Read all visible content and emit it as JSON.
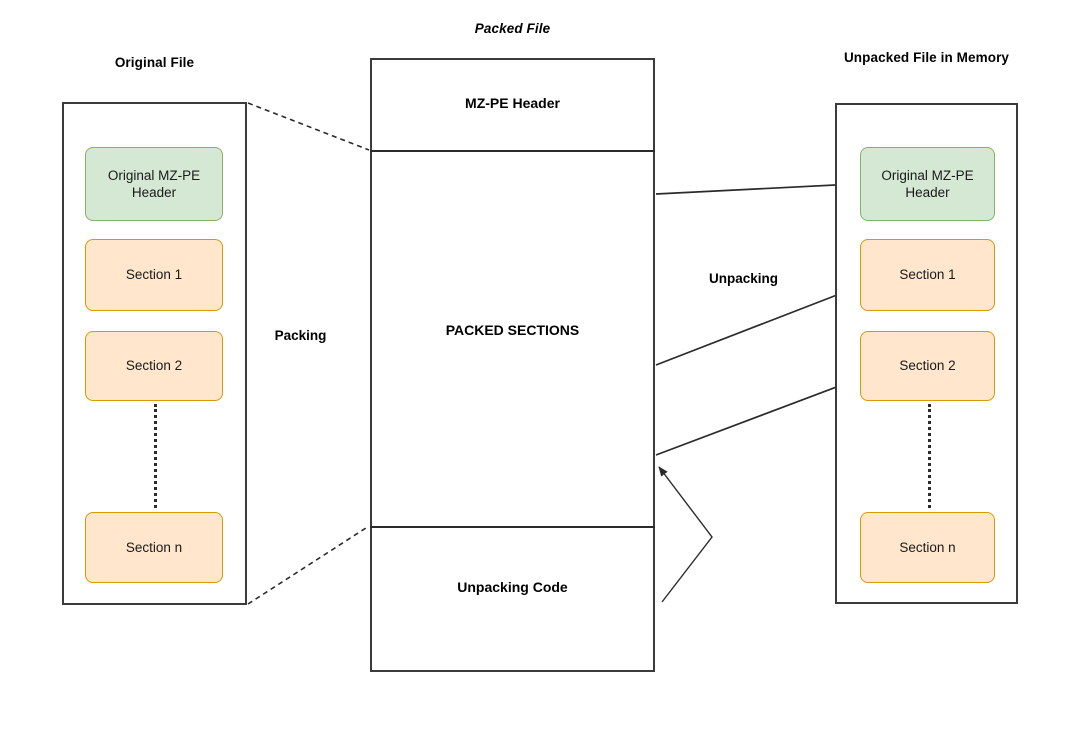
{
  "diagram": {
    "title_original": "Original File",
    "title_packed": "Packed File",
    "title_unpacked": "Unpacked File in Memory",
    "process_packing": "Packing",
    "process_unpacking": "Unpacking"
  },
  "original_file": {
    "blocks": [
      {
        "label": "Original MZ-PE Header",
        "color": "green"
      },
      {
        "label": "Section 1",
        "color": "orange"
      },
      {
        "label": "Section 2",
        "color": "orange"
      },
      {
        "label": "Section n",
        "color": "orange"
      }
    ]
  },
  "packed_file": {
    "regions": [
      {
        "label": "MZ-PE Header"
      },
      {
        "label": "PACKED SECTIONS"
      },
      {
        "label": "Unpacking Code"
      }
    ]
  },
  "unpacked_file": {
    "blocks": [
      {
        "label": "Original MZ-PE Header",
        "color": "green"
      },
      {
        "label": "Section 1",
        "color": "orange"
      },
      {
        "label": "Section 2",
        "color": "orange"
      },
      {
        "label": "Section n",
        "color": "orange"
      }
    ]
  },
  "colors": {
    "green_fill": "#d5e8d4",
    "green_stroke": "#82b366",
    "orange_fill": "#ffe6cc",
    "orange_stroke": "#d79b00",
    "outline": "#3b3b3b",
    "line": "#2b2b2b",
    "background": "#ffffff",
    "text": "#000000"
  }
}
